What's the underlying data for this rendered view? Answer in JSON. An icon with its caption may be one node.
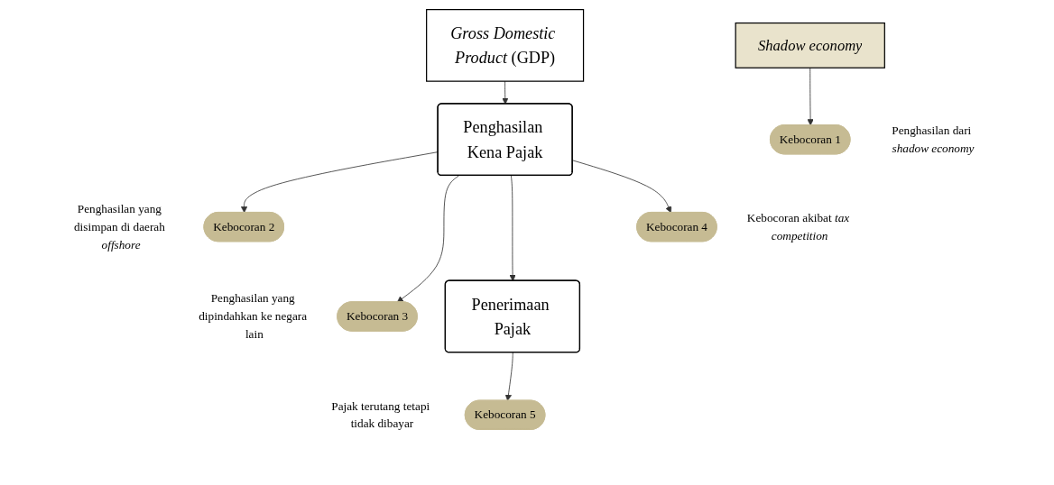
{
  "diagram": {
    "nodes": [
      {
        "text": [
          "*Shadow economy*"
        ]
      },
      {
        "text": [
          "*Gross Domestic Product* (GDP)"
        ]
      },
      {
        "text": [
          "Penghasilan Kena Pajak"
        ]
      },
      {
        "text": [
          "Penerimaan Pajak"
        ]
      },
      {
        "text": [
          "Kebocoran 1"
        ],
        "beside": [
          "Penghasilan dari *shadow economy*"
        ]
      },
      {
        "text": [
          "Kebocoran 2"
        ],
        "beside": [
          "Penghasilan yang disimpan di daerah *offshore*"
        ]
      },
      {
        "text": [
          "Kebocoran 3"
        ],
        "beside": [
          "Penghasilan yang dipindahkan ke negara lain"
        ]
      },
      {
        "text": [
          "Kebocoran 4"
        ],
        "beside": [
          "Kebocoran akibat *tax competition*"
        ]
      },
      {
        "text": [
          "Kebocoran 5"
        ],
        "beside": [
          "Pajak terutang tetapi tidak dibayar"
        ]
      }
    ],
    "edges": [
      {
        "from": 0,
        "to": 4,
        "arrow": "to"
      },
      {
        "from": 1,
        "to": 2,
        "arrow": "to"
      },
      {
        "from": 2,
        "to": 5,
        "arrow": "to"
      },
      {
        "from": 2,
        "to": 6,
        "arrow": "to"
      },
      {
        "from": 2,
        "to": 3,
        "arrow": "to"
      },
      {
        "from": 2,
        "to": 7,
        "arrow": "to"
      },
      {
        "from": 3,
        "to": 8,
        "arrow": "to"
      }
    ]
  }
}
